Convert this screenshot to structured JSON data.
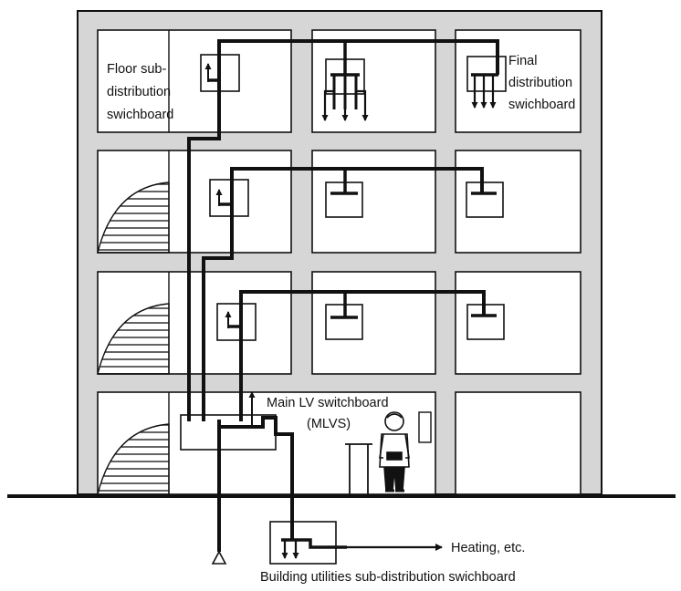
{
  "labels": {
    "floor_sub_1": "Floor sub-",
    "floor_sub_2": "distribution",
    "floor_sub_3": "swichboard",
    "final_1": "Final",
    "final_2": "distribution",
    "final_3": "swichboard",
    "mlvs_1": "Main LV switchboard",
    "mlvs_2": "(MLVS)",
    "heating": "Heating, etc.",
    "utilities": "Building utilities sub-distribution swichboard"
  },
  "colors": {
    "building_fill": "#d6d6d6",
    "line": "#111111",
    "room": "#ffffff"
  }
}
